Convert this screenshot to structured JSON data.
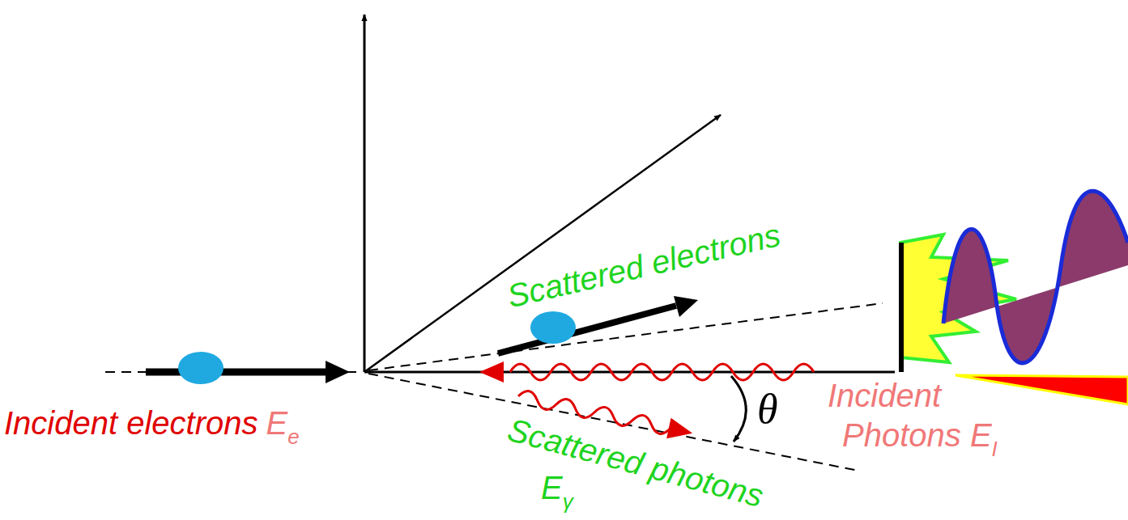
{
  "diagram": {
    "labels": [
      "Incident electrons",
      "E",
      "e",
      "Scattered electrons",
      "Scattered photons",
      "E",
      "γ",
      "θ",
      "Incident",
      "Photons E",
      "I"
    ]
  }
}
